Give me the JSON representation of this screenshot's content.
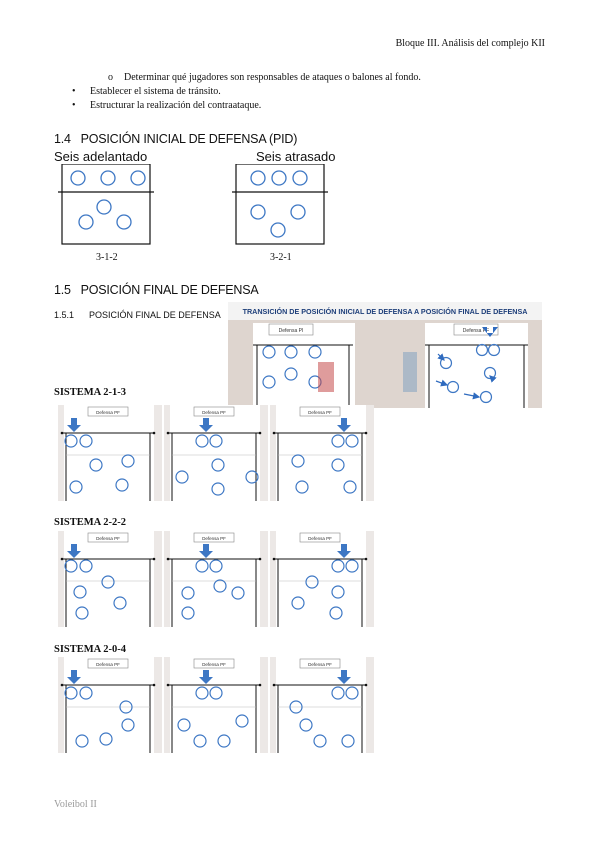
{
  "header": {
    "title": "Bloque III. Análisis del complejo KII"
  },
  "sub_bullet": {
    "marker": "o",
    "text": "Determinar qué jugadores son responsables de ataques o balones al fondo."
  },
  "bullets": [
    {
      "marker": "•",
      "text": "Establecer el sistema de tránsito."
    },
    {
      "marker": "•",
      "text": "Estructurar la realización del contraataque."
    }
  ],
  "section_14": {
    "number": "1.4",
    "title": "POSICIÓN INICIAL DE DEFENSA (PID)"
  },
  "pid": {
    "left_caption": "Seis adelantado",
    "right_caption": "Seis atrasado",
    "left_label": "3-1-2",
    "right_label": "3-2-1"
  },
  "section_15": {
    "number": "1.5",
    "title": "POSICIÓN FINAL DE DEFENSA"
  },
  "section_151": {
    "number": "1.5.1",
    "title": "POSICIÓN FINAL DE DEFENSA"
  },
  "transition": {
    "title": "TRANSICIÓN DE POSICIÓN INICIAL DE DEFENSA A POSICIÓN FINAL DE DEFENSA",
    "box_left": "Defensa PI",
    "box_right": "Defensa PF"
  },
  "systems": [
    {
      "title": "SISTEMA 2-1-3",
      "box_label": "Defensa PF"
    },
    {
      "title": "SISTEMA 2-2-2",
      "box_label": "Defensa PF"
    },
    {
      "title": "SISTEMA 2-0-4",
      "box_label": "Defensa PF"
    }
  ],
  "footer": {
    "text": "Voleibol II"
  },
  "colors": {
    "accent": "#2f6bbf",
    "circle": "#3d77c4",
    "arrow": "#4a7fc8",
    "band": "#f2f2f2"
  }
}
